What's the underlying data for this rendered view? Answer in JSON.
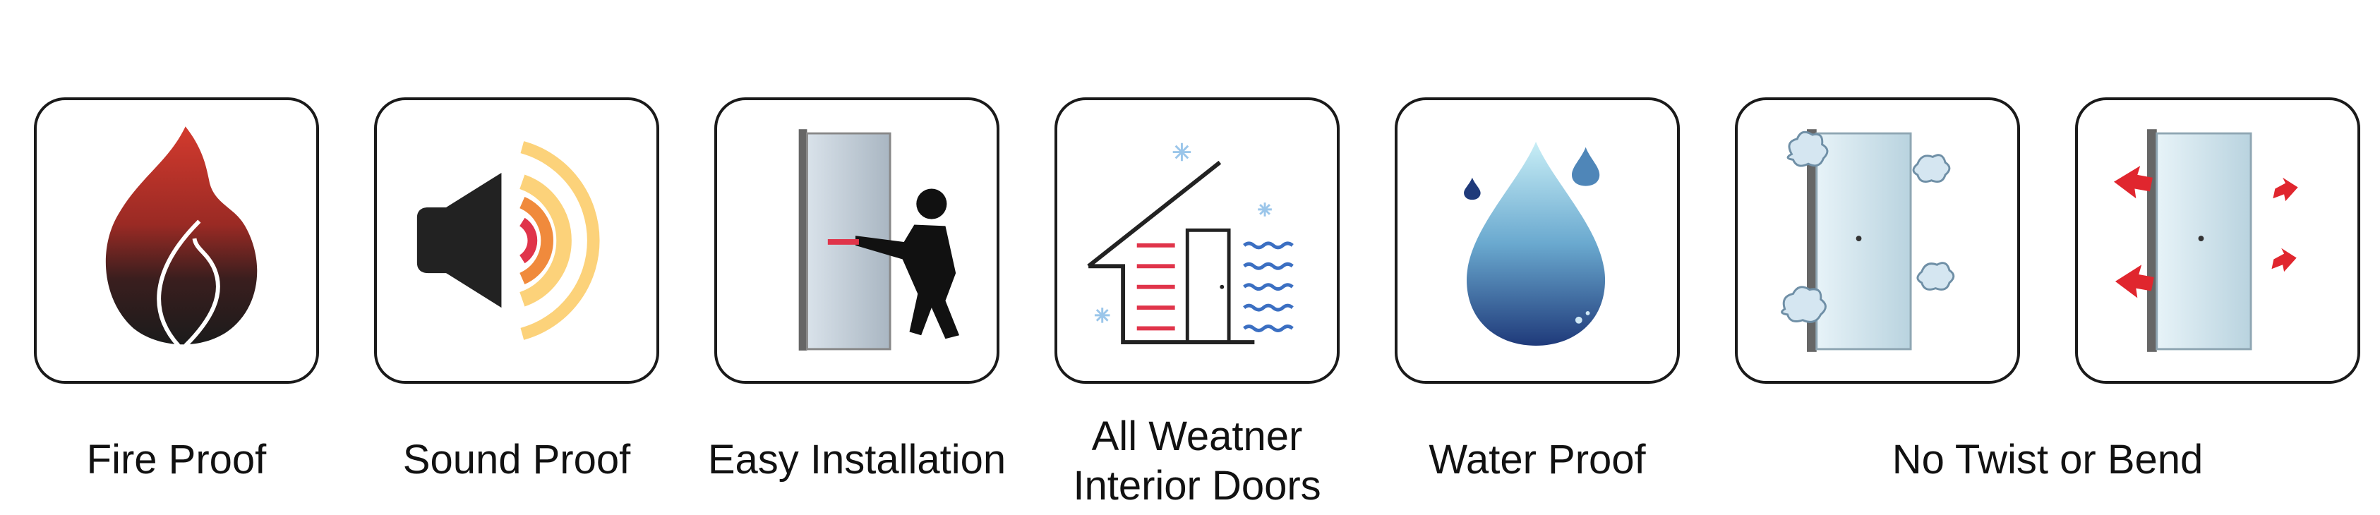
{
  "features": [
    {
      "id": "fire",
      "icon": "flame-icon",
      "label": "Fire Proof"
    },
    {
      "id": "sound",
      "icon": "speaker-sound-icon",
      "label": "Sound Proof"
    },
    {
      "id": "install",
      "icon": "person-installing-door-icon",
      "label": "Easy Installation"
    },
    {
      "id": "weather",
      "icon": "house-weather-door-icon",
      "label_line1": "All Weatner",
      "label_line2": "Interior Doors"
    },
    {
      "id": "water",
      "icon": "water-drop-icon",
      "label": "Water Proof"
    },
    {
      "id": "twist",
      "icon": "door-puff-icon",
      "label": ""
    },
    {
      "id": "bend",
      "icon": "door-arrows-icon",
      "label": ""
    }
  ],
  "shared_label": "No Twist or Bend",
  "colors": {
    "border": "#1a1a1a",
    "fire_red": "#c0262a",
    "sound_orange": "#f08a3c",
    "sound_yellow": "#fcd27a",
    "heat_red": "#e0344a",
    "cold_blue": "#3b6fc2",
    "water_dark": "#1f3a7a",
    "water_light": "#bfe6f2"
  }
}
